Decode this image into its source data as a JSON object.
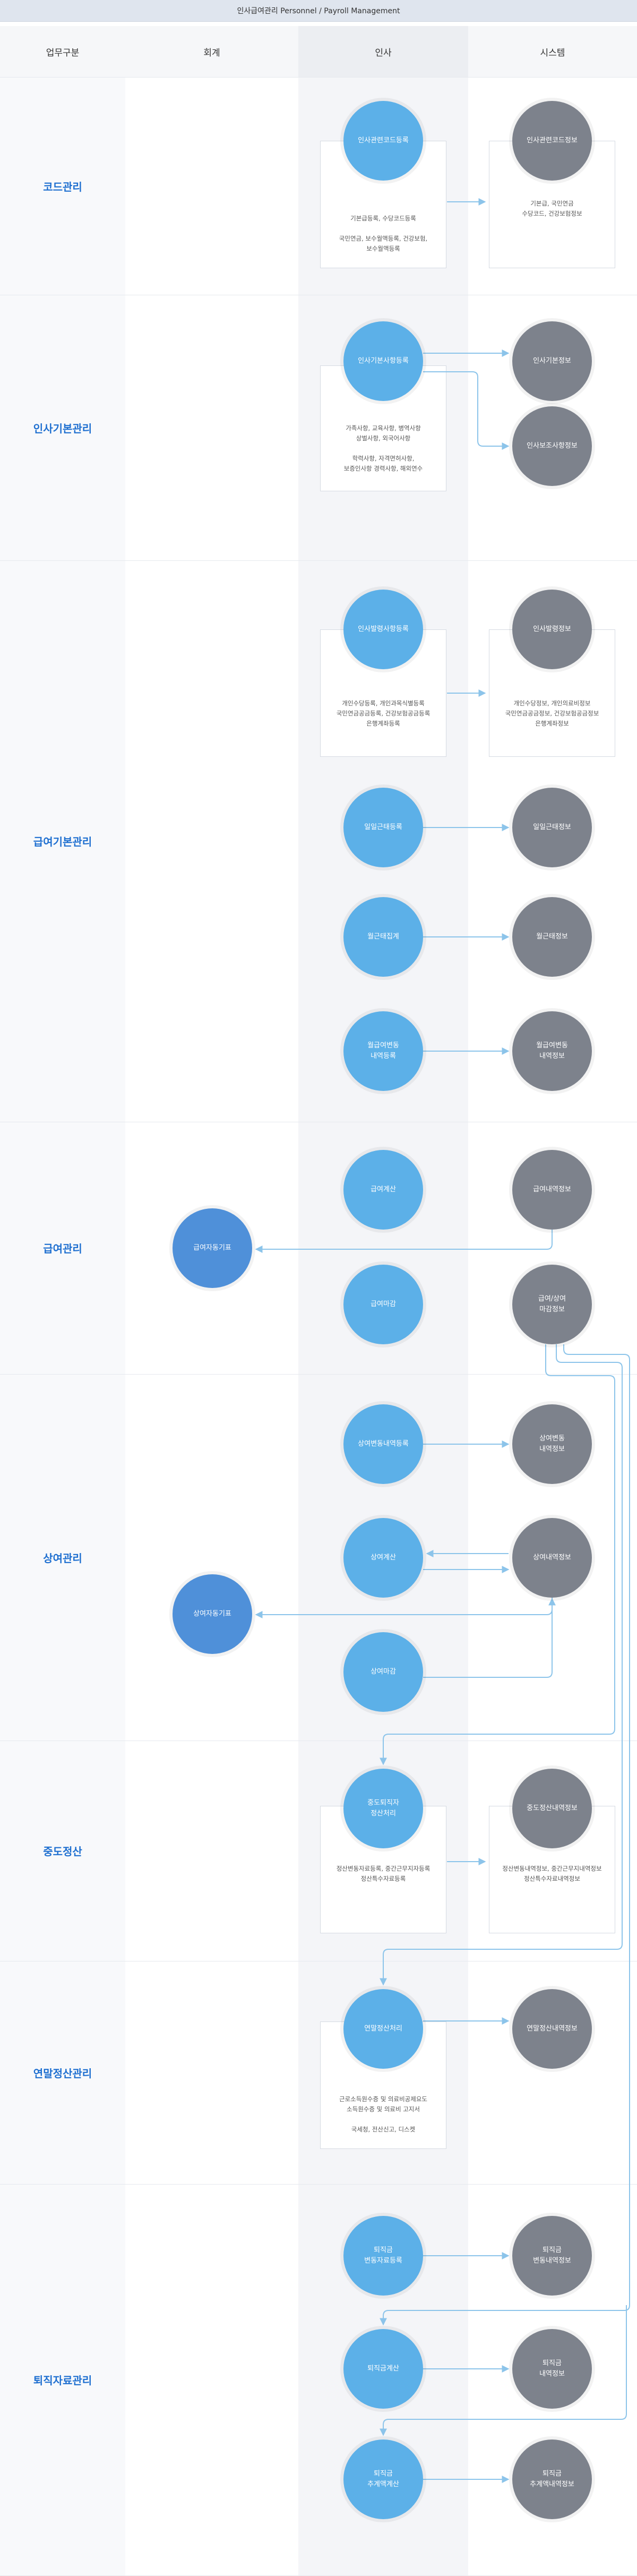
{
  "title": "인사급여관리 Personnel / Payroll Management",
  "headers": [
    "업무구분",
    "회계",
    "인사",
    "시스템"
  ],
  "sections": {
    "code": "코드관리",
    "hr_basic": "인사기본관리",
    "pay_basic": "급여기본관리",
    "payroll": "급여관리",
    "bonus": "상여관리",
    "interim": "중도정산",
    "yearend": "연말정산관리",
    "retire": "퇴직자료관리"
  },
  "nodes": {
    "code_reg": "인사관련코드등록",
    "code_info": "인사관련코드정보",
    "hr_reg": "인사기본사항등록",
    "hr_info": "인사기본정보",
    "hr_sub_info": "인사보조사항정보",
    "pay_reg": "인사발령사항등록",
    "pay_info": "인사발령정보",
    "daily_reg": "일일근태등록",
    "daily_info": "일일근태정보",
    "monthly_reg": "월근태집계",
    "monthly_info": "월근태정보",
    "change_reg": "월급여변동\n내역등록",
    "change_info": "월급여변동\n내역정보",
    "pay_calc": "급여계산",
    "pay_detail": "급여내역정보",
    "pay_close": "급여마감",
    "pay_close_info": "급여/상여\n마감정보",
    "pay_slip": "급여자동기표",
    "bonus_change_reg": "상여변동내역등록",
    "bonus_change_info": "상여변동\n내역정보",
    "bonus_calc": "상여계산",
    "bonus_detail": "상여내역정보",
    "bonus_slip": "상여자동기표",
    "bonus_close": "상여마감",
    "interim_calc": "중도퇴직자\n정산처리",
    "interim_info": "중도정산내역정보",
    "yearend_calc": "연말정산처리",
    "yearend_info": "연말정산내역정보",
    "retire_reg": "퇴직금\n변동자료등록",
    "retire_change_info": "퇴직금\n변동내역정보",
    "retire_calc": "퇴직금계산",
    "retire_info": "퇴직금\n내역정보",
    "retire_est": "퇴직금\n추계액계산",
    "retire_est_info": "퇴직금\n추계액내역정보"
  },
  "boxes": {
    "code_reg": "기본급등록, 수당코드등록\n\n국민연금, 보수월액등록, 건강보험,\n보수월액등록",
    "code_info": "기본급, 국민연금\n수당코드, 건강보험정보",
    "hr_reg": "가족사항, 교육사항, 병역사항\n상벌사항, 외국어사항\n\n학력사항, 자격면허사항,\n보증인사항 경력사항, 해외연수",
    "pay_reg": "개인수당등록, 개인과목식별등록\n국민연금공금등록, 건강보험공금등록\n은행계좌등록",
    "pay_info": "개인수당정보, 개인의료비정보\n국민연금공금정보, 건강보험공금정보\n은행계좌정보",
    "interim_calc": "정산변동자료등록, 중간근무지자등록\n정산특수자료등록",
    "interim_info": "정산변동내역정보, 중간근무지내역정보\n정산특수자료내역정보",
    "yearend_calc": "근로소득원수증 및 의료비공제요도\n소득원수증 및 의료비 고지서\n\n국세청, 전산신고, 디스켓"
  },
  "colors": {
    "accent": "#1e6fd0",
    "hr_node": "#5cb0e8",
    "system_node": "#7d828c",
    "account_node": "#4f90d9",
    "arrow": "#8cc4ea"
  }
}
